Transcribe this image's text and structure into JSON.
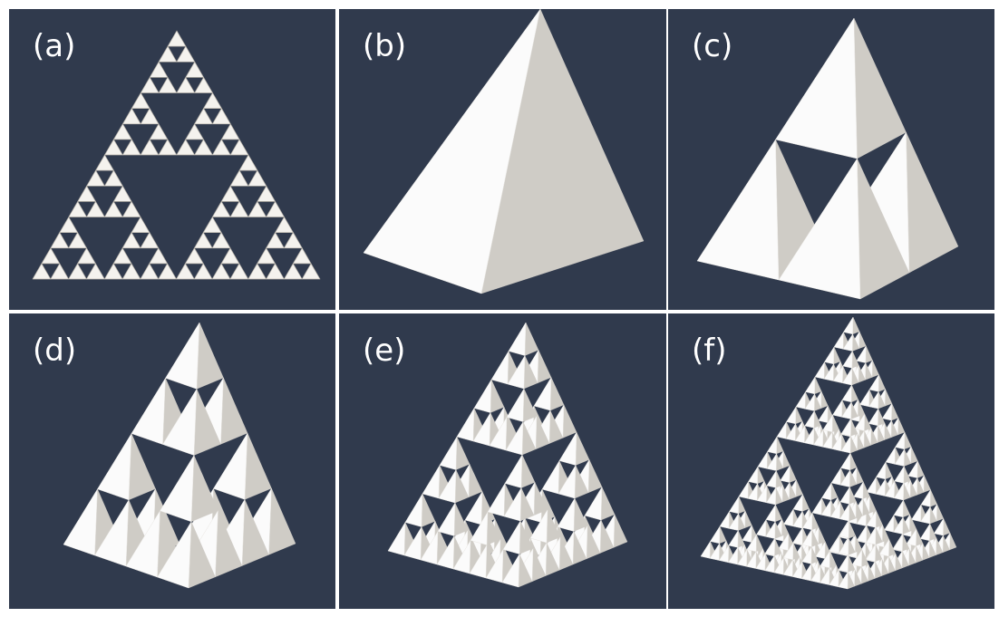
{
  "colors": {
    "background": "#303a4d",
    "face_light": "#fbfbfb",
    "face_mid": "#e9e7e3",
    "face_shadow": "#cfccc6",
    "flat_fill": "#f4f2ee",
    "flat_edge": "#b8b3aa",
    "divider": "#ffffff"
  },
  "panels": [
    {
      "label": "(a)",
      "style": "flat-2d",
      "depth": 4
    },
    {
      "label": "(b)",
      "style": "pyramid-3d",
      "depth": 1
    },
    {
      "label": "(c)",
      "style": "pyramid-3d",
      "depth": 2
    },
    {
      "label": "(d)",
      "style": "pyramid-3d",
      "depth": 3
    },
    {
      "label": "(e)",
      "style": "pyramid-3d",
      "depth": 4
    },
    {
      "label": "(f)",
      "style": "pyramid-3d",
      "depth": 5
    }
  ]
}
